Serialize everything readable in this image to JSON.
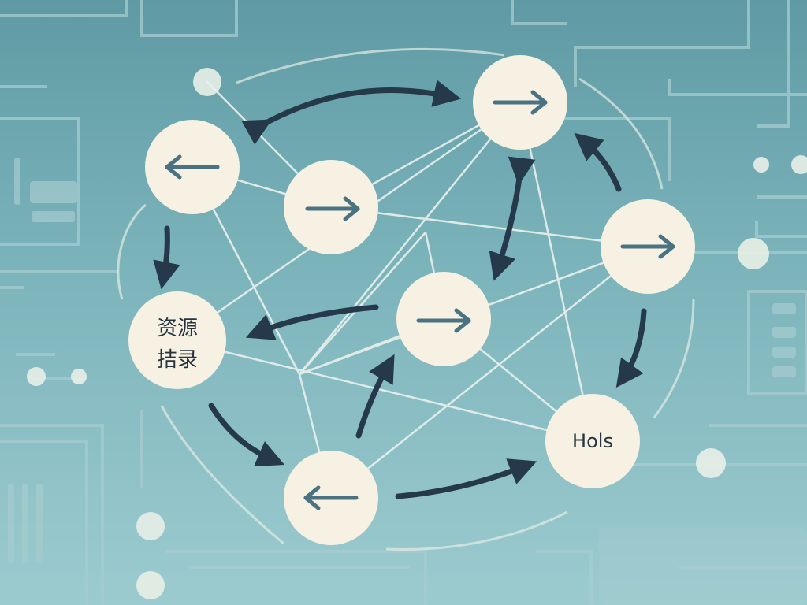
{
  "nodes": [
    {
      "id": "n1",
      "kind": "arrow-left"
    },
    {
      "id": "n2",
      "kind": "arrow-right"
    },
    {
      "id": "n3",
      "kind": "arrow-right"
    },
    {
      "id": "n4",
      "kind": "label",
      "lines": [
        "资源",
        "拮录"
      ]
    },
    {
      "id": "n5",
      "kind": "arrow-right"
    },
    {
      "id": "n6",
      "kind": "arrow-right"
    },
    {
      "id": "n7",
      "kind": "arrow-left"
    },
    {
      "id": "n8",
      "kind": "label",
      "lines": [
        "Hols"
      ]
    }
  ],
  "colors": {
    "node_fill": "#f6f1e3",
    "arrow_dark": "#25394a",
    "glyph_teal": "#4a7280",
    "edge_line": "#e9f1ee",
    "circuit": "#a9cfd2"
  }
}
